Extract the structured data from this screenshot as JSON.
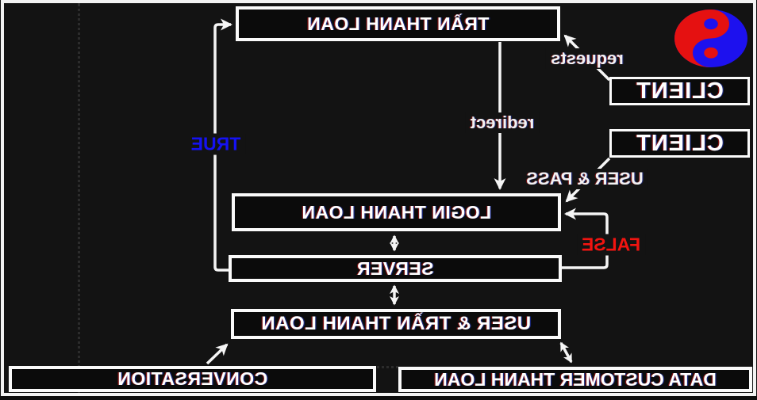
{
  "slide": {
    "boxes": {
      "main": "TRẦN THANH LOAN",
      "client_top": "CLIENT",
      "client_bottom": "CLIENT",
      "login": "LOGIN THANH LOAN",
      "server": "SERVER",
      "user_main": "USER & TRẦN THANH LOAN",
      "conversation": "CONVERSATION",
      "data_customer": "DATA CUSTOMER THANH LOAN"
    },
    "edge_labels": {
      "requests": "requests",
      "redirect": "redirect",
      "user_pass": "USER & PASS",
      "true_label": "TRUE",
      "false_label": "FALSE"
    },
    "colors": {
      "true_label": "#1512f2",
      "false_label": "#f21410",
      "line": "#f5f5f5",
      "background": "#131313",
      "yin_yang_red": "#e51111",
      "yin_yang_blue": "#1d11ee"
    },
    "logo": "yin-yang"
  }
}
